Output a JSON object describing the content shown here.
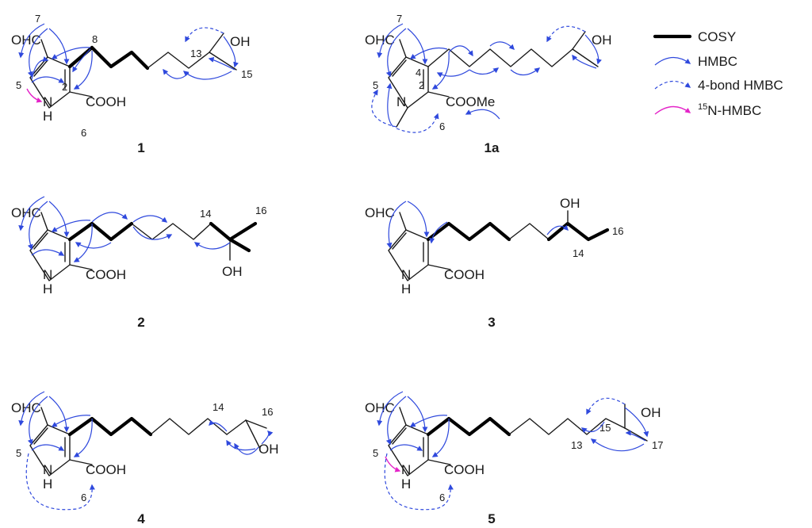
{
  "legend": {
    "items": [
      {
        "key": "cosy",
        "label": "COSY"
      },
      {
        "key": "hmbc",
        "label": "HMBC"
      },
      {
        "key": "hmbc4",
        "label": "4-bond HMBC"
      },
      {
        "key": "n15",
        "label": "N-HMBC",
        "sup": "15"
      }
    ]
  },
  "compounds": [
    {
      "id": "1",
      "labels": {
        "ohc": "OHC",
        "nh_n": "N",
        "nh_h": "H",
        "acid": "COOH",
        "oh": "OH"
      },
      "numbers": [
        "7",
        "8",
        "5",
        "2",
        "6",
        "13",
        "15"
      ]
    },
    {
      "id": "1a",
      "labels": {
        "ohc": "OHC",
        "n": "N",
        "ester": "COOMe",
        "oh": "OH"
      },
      "numbers": [
        "7",
        "4",
        "5",
        "2",
        "6"
      ]
    },
    {
      "id": "2",
      "labels": {
        "ohc": "OHC",
        "nh_n": "N",
        "nh_h": "H",
        "acid": "COOH",
        "oh": "OH"
      },
      "numbers": [
        "14",
        "16"
      ]
    },
    {
      "id": "3",
      "labels": {
        "ohc": "OHC",
        "nh_n": "N",
        "nh_h": "H",
        "acid": "COOH",
        "oh": "OH"
      },
      "numbers": [
        "14",
        "16"
      ]
    },
    {
      "id": "4",
      "labels": {
        "ohc": "OHC",
        "nh_n": "N",
        "nh_h": "H",
        "acid": "COOH",
        "oh": "OH"
      },
      "numbers": [
        "5",
        "14",
        "16",
        "6"
      ]
    },
    {
      "id": "5",
      "labels": {
        "ohc": "OHC",
        "nh_n": "N",
        "nh_h": "H",
        "acid": "COOH",
        "oh": "OH"
      },
      "numbers": [
        "5",
        "13",
        "15",
        "17",
        "6"
      ]
    }
  ],
  "colors": {
    "hmbc": "#2f49dd",
    "n15": "#e424c8",
    "bond": "#1a1a1a"
  }
}
